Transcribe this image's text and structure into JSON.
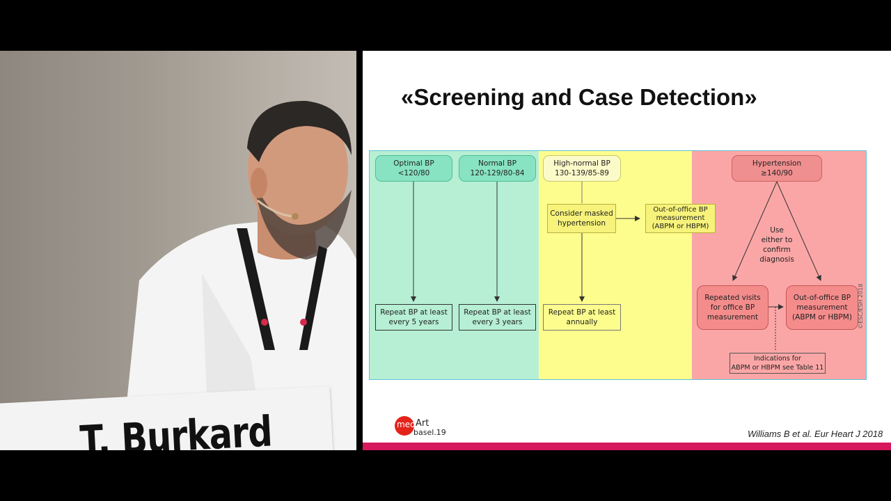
{
  "nameplate": {
    "text": "T. Burkard"
  },
  "slide": {
    "title": "«Screening and Case Detection»",
    "citation": "Williams B et al. Eur Heart J 2018",
    "copyright": "©ESC/ESH 2018",
    "logo": {
      "med": "med",
      "art": "Art",
      "basel": "basel.19"
    }
  },
  "flowchart": {
    "categories": [
      {
        "label": "Optimal BP\n<120/80"
      },
      {
        "label": "Normal BP\n120-129/80-84"
      },
      {
        "label": "High-normal BP\n130-139/85-89"
      },
      {
        "label": "Hypertension\n≥140/90"
      }
    ],
    "repeat_boxes": [
      {
        "label": "Repeat BP at least\nevery 5 years"
      },
      {
        "label": "Repeat BP at least\nevery 3 years"
      },
      {
        "label": "Repeat BP at least\nannually"
      }
    ],
    "masked": "Consider masked\nhypertension",
    "out_of_office_small": "Out-of-office BP\nmeasurement\n(ABPM or HBPM)",
    "use_either": "Use\neither to\nconfirm\ndiagnosis",
    "repeated_visits": "Repeated visits\nfor office BP\nmeasurement",
    "out_of_office": "Out-of-office BP\nmeasurement\n(ABPM or HBPM)",
    "indications": "Indications for\nABPM or HBPM see Table 11"
  },
  "colors": {
    "green_zone": "#b6efd3",
    "yellow_zone": "#fdfd8e",
    "red_zone": "#fba6a6",
    "accent_bar": "#d6195c"
  }
}
